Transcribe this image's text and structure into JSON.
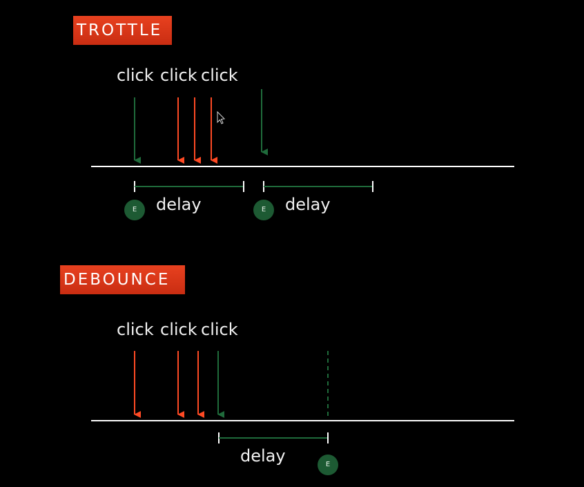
{
  "throttle": {
    "title": "TROTTLE",
    "click_labels": [
      "click",
      "click",
      "click"
    ],
    "delay_labels": [
      "delay",
      "delay"
    ],
    "event_markers": [
      "E",
      "E"
    ]
  },
  "debounce": {
    "title": "DEBOUNCE",
    "click_labels": [
      "click",
      "click",
      "click"
    ],
    "delay_label": "delay",
    "event_marker": "E"
  },
  "colors": {
    "background": "#000000",
    "executed_arrow": "#1f6b3b",
    "ignored_arrow": "#ff4a24",
    "timeline": "#ffffff",
    "delay_span": "#1f6b3b",
    "event_marker": "#1d5a33",
    "title_badge": "#d93519"
  },
  "icons": {
    "cursor": "mouse-pointer-icon"
  }
}
